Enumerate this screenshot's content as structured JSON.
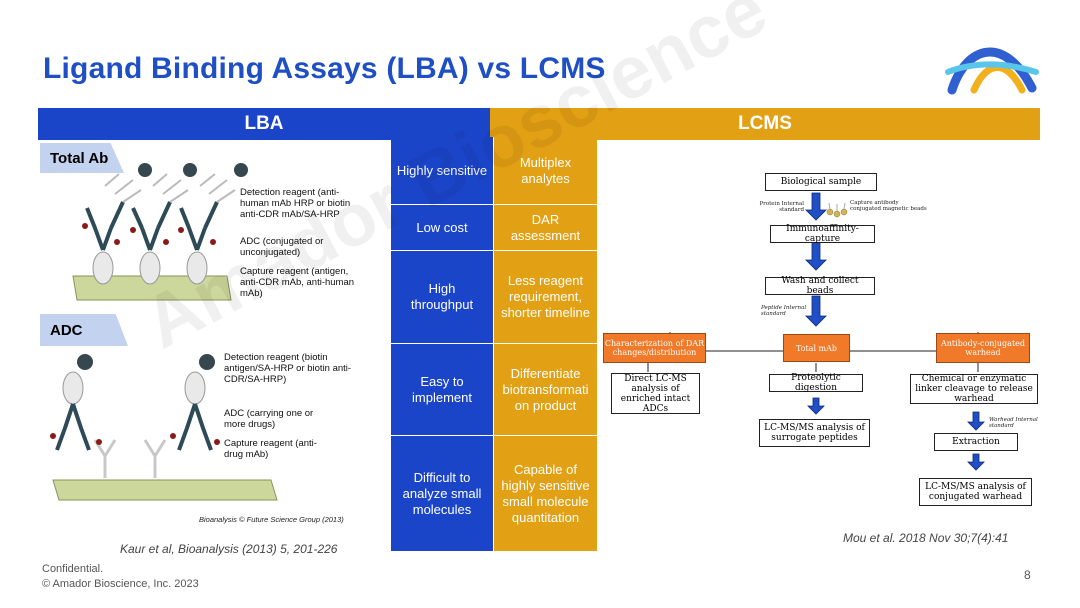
{
  "title": "Ligand Binding Assays (LBA) vs LCMS",
  "headers": {
    "lba": "LBA",
    "lcms": "LCMS"
  },
  "lba_figure": {
    "total_ab_label": "Total Ab",
    "adc_label": "ADC",
    "total_ab_annotations": {
      "detection": "Detection reagent (anti-human mAb HRP or biotin anti-CDR mAb/SA-HRP",
      "adc": "ADC (conjugated or unconjugated)",
      "capture": "Capture reagent (antigen, anti-CDR mAb, anti-human mAb)"
    },
    "adc_annotations": {
      "detection": "Detection reagent (biotin antigen/SA-HRP or biotin anti-CDR/SA-HRP)",
      "adc": "ADC (carrying one or more drugs)",
      "capture": "Capture reagent (anti-drug mAb)"
    },
    "copyright": "Bioanalysis © Future Science Group (2013)"
  },
  "comparison": [
    {
      "lba": "Highly sensitive",
      "lcms": "Multiplex analytes"
    },
    {
      "lba": "Low cost",
      "lcms": "DAR assessment"
    },
    {
      "lba": "High throughput",
      "lcms": "Less reagent requirement, shorter timeline"
    },
    {
      "lba": "Easy to implement",
      "lcms": "Differentiate biotransformati on product"
    },
    {
      "lba": "Difficult to analyze small molecules",
      "lcms": "Capable of highly sensitive small molecule quantitation"
    }
  ],
  "flowchart": {
    "biological_sample": "Biological sample",
    "protein_internal_standard": "Protein Internal standard",
    "capture_beads": "Capture antibody conjugated magnetic beads",
    "immunoaffinity": "Immunoaffinity-capture",
    "wash": "Wash and collect beads",
    "peptide_internal_standard": "Peptide Internal standard",
    "branch_dar": "Characterization of DAR changes/distribution",
    "branch_total": "Total mAb",
    "branch_warhead": "Antibody-conjugated warhead",
    "direct_lcms": "Direct LC-MS analysis of enriched intact ADCs",
    "proteolytic": "Proteolytic digestion",
    "chemical_cleavage": "Chemical or enzymatic linker cleavage to release warhead",
    "lcms_surrogate": "LC-MS/MS analysis of surrogate peptides",
    "warhead_internal_standard": "Warhead Internal standard",
    "extraction": "Extraction",
    "lcms_warhead": "LC-MS/MS analysis of conjugated warhead"
  },
  "citations": {
    "lba": "Kaur et al, Bioanalysis (2013) 5, 201-226",
    "lcms": "Mou et al. 2018 Nov 30;7(4):41"
  },
  "footer": {
    "confidential": "Confidential.",
    "copyright": "© Amador Bioscience, Inc. 2023",
    "page_number": "8"
  },
  "watermark": "Amador Bioscience",
  "colors": {
    "blue": "#1b45c9",
    "gold": "#e2a014",
    "title_blue": "#1f4fc4",
    "orange": "#f07a2a",
    "tag_bg": "#c3d2ef"
  }
}
